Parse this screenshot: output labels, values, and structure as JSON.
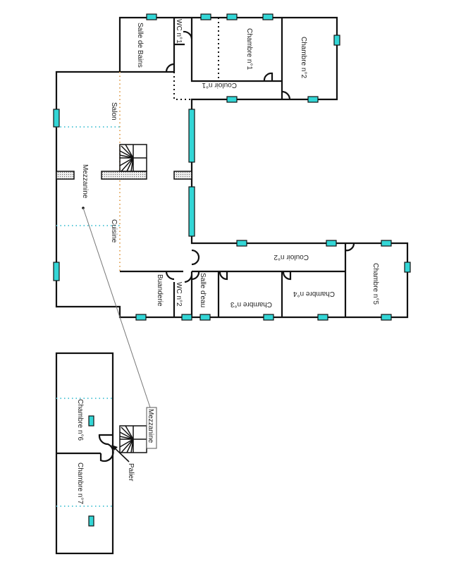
{
  "labels": {
    "salle_de_bains": "Salle de Bains",
    "wc1": "WC n°1",
    "chambre1": "Chambre n°1",
    "chambre2": "Chambre n°2",
    "couloir1": "Couloir n°1",
    "salon": "Salon",
    "mezzanine": "Mezzanine",
    "cuisine": "Cuisine",
    "couloir2": "Couloir n°2",
    "buanderie": "Buanderie",
    "wc2": "WC n°2",
    "salle_eau": "Salle d'eau",
    "chambre3": "Chambre n°3",
    "chambre4": "Chambre n°4",
    "chambre5": "Chambre n°5",
    "chambre6": "Chambre n°6",
    "chambre7": "Chambre n°7",
    "palier": "Palier",
    "mezzanine_callout": "Mezzanine"
  },
  "colors": {
    "window": "#33d6d6",
    "zone_divider": "#5bc8d8",
    "room_divider": "#e0a050"
  }
}
